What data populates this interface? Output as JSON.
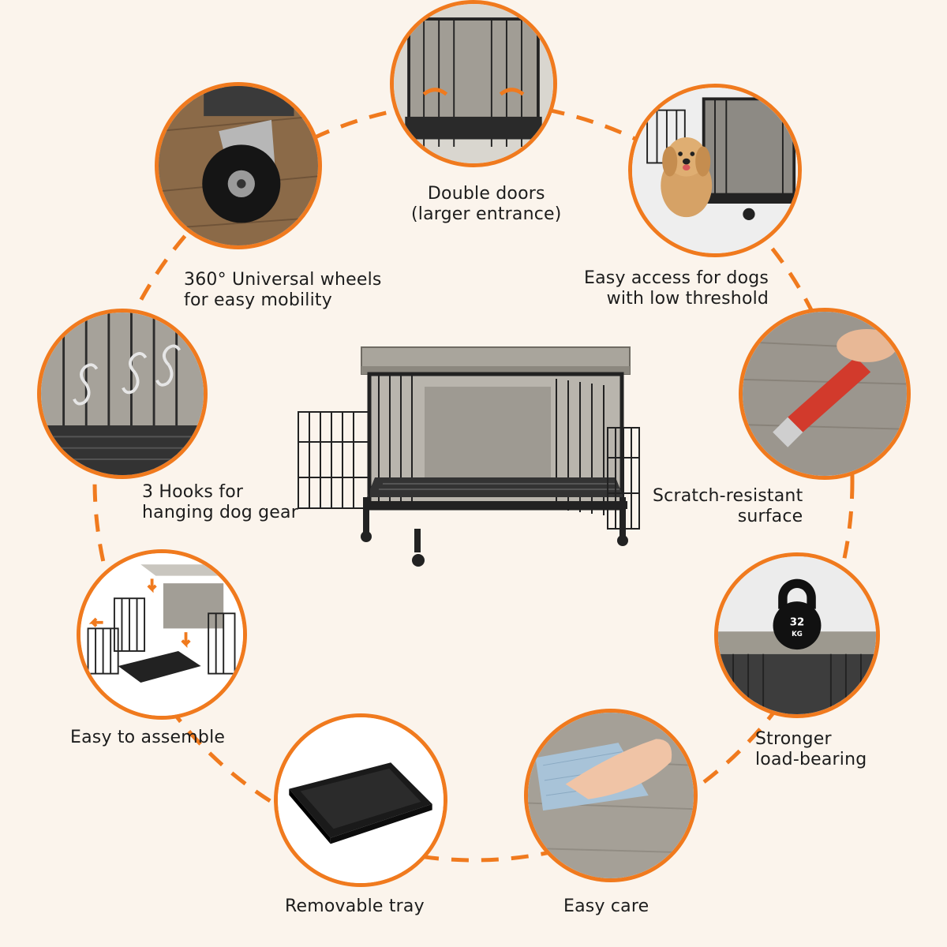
{
  "accent_color": "#f07a1e",
  "product": {
    "image_icon": "dog-crate-furniture"
  },
  "features": [
    {
      "id": "double-doors",
      "icon": "double-doors-icon",
      "line1": "Double doors",
      "line2": "(larger entrance)"
    },
    {
      "id": "easy-access",
      "icon": "dog-icon",
      "line1": "Easy access for dogs",
      "line2": "with low threshold"
    },
    {
      "id": "scratch",
      "icon": "blade-on-wood-icon",
      "line1": "Scratch-resistant",
      "line2": "surface"
    },
    {
      "id": "load",
      "icon": "kettlebell-icon",
      "line1": "Stronger",
      "line2": "load-bearing",
      "kettlebell_text_1": "32",
      "kettlebell_text_2": "KG"
    },
    {
      "id": "care",
      "icon": "cloth-wipe-icon",
      "line1": "Easy care"
    },
    {
      "id": "tray",
      "icon": "tray-icon",
      "line1": "Removable tray"
    },
    {
      "id": "assemble",
      "icon": "assembly-icon",
      "line1": "Easy to assemble"
    },
    {
      "id": "hooks",
      "icon": "hooks-icon",
      "line1": "3 Hooks for",
      "line2": "hanging dog gear"
    },
    {
      "id": "wheels",
      "icon": "caster-wheel-icon",
      "line1": "360° Universal wheels",
      "line2": "for easy mobility"
    }
  ]
}
